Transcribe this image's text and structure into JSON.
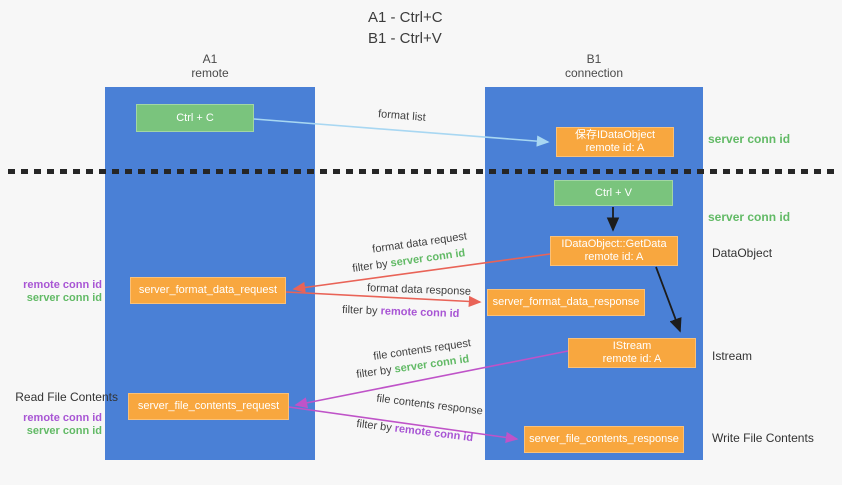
{
  "colors": {
    "lane_blue": "#4a80d6",
    "box_green": "#7ac47d",
    "box_orange": "#f8a73f",
    "text_green": "#62ba66",
    "text_purple": "#a855d4",
    "arrow_red": "#e96357",
    "arrow_magenta": "#bf53c8",
    "arrow_lightblue": "#a8d7f2",
    "arrow_black": "#1c1c1c",
    "bg": "#f7f7f7"
  },
  "title": {
    "line1": "A1 - Ctrl+C",
    "line2": "B1 - Ctrl+V"
  },
  "lanes": {
    "a1": {
      "name": "A1",
      "subtitle": "remote"
    },
    "b1": {
      "name": "B1",
      "subtitle": "connection"
    }
  },
  "boxes": {
    "ctrl_c": "Ctrl + C",
    "ctrl_v": "Ctrl + V",
    "save_dataobject": {
      "line1": "保存IDataObject",
      "line2": "remote id: A"
    },
    "getdata": {
      "line1": "IDataObject::GetData",
      "line2": "remote id: A"
    },
    "istream": {
      "line1": "IStream",
      "line2": "remote id: A"
    },
    "format_request": "server_format_data_request",
    "format_response": "server_format_data_response",
    "file_request": "server_file_contents_request",
    "file_response": "server_file_contents_response"
  },
  "arrow_labels": {
    "format_list": "format list",
    "format_request": "format data request",
    "format_response": "format data response",
    "file_request": "file contents request",
    "file_response": "file contents response",
    "filter_prefix": "filter by ",
    "server_conn_id": "server conn id",
    "remote_conn_id": "remote conn id"
  },
  "annotations": {
    "server_conn_id_top": "server conn id",
    "server_conn_id_mid": "server conn id",
    "dataobject": "DataObject",
    "istream": "Istream",
    "write_file_contents": "Write File Contents",
    "read_file_contents": "Read File Contents",
    "left_top": {
      "remote": "remote conn id",
      "server": "server conn id"
    },
    "left_bottom": {
      "remote": "remote conn id",
      "server": "server conn id"
    }
  }
}
